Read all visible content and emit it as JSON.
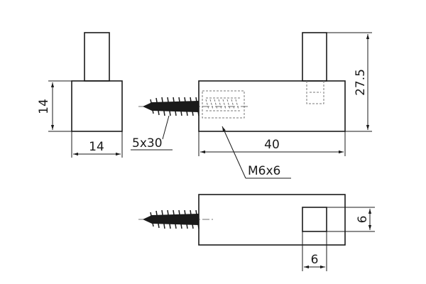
{
  "drawing": {
    "dimensions": {
      "side_width": "14",
      "side_height": "14",
      "screw_size": "5x30",
      "thread_size": "M6x6",
      "total_height": "27.5",
      "body_length": "40",
      "hole_height": "6",
      "hole_width": "6"
    }
  }
}
